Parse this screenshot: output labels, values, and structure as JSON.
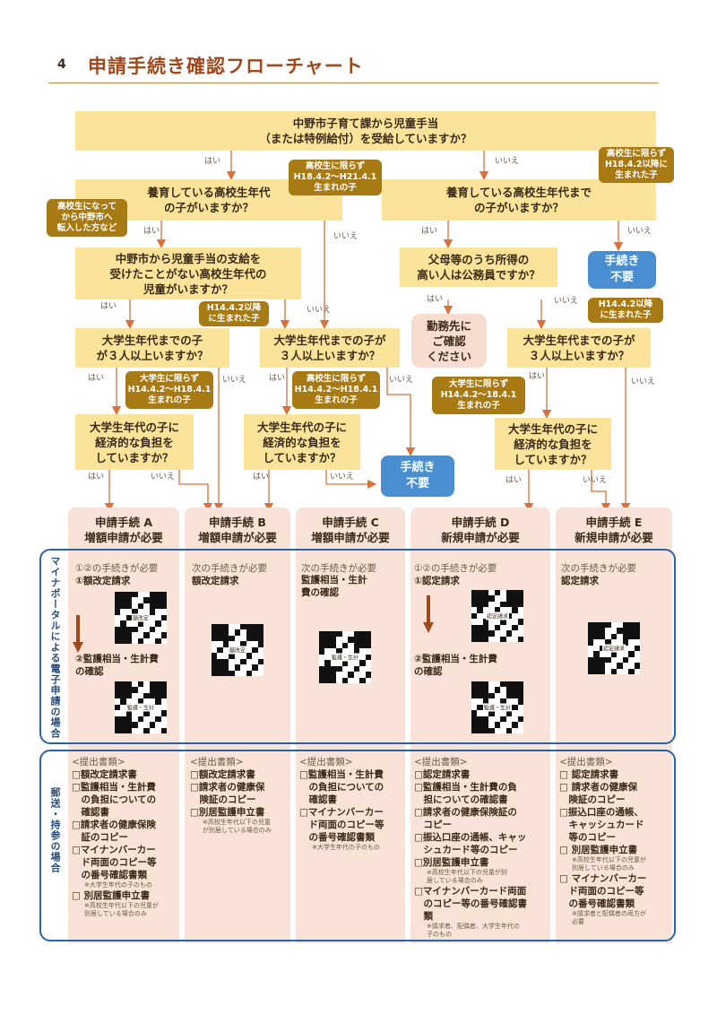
{
  "header": {
    "page_num": "4",
    "title": "申請手続き確認フローチャート"
  },
  "flow": {
    "q1": "中野市子育て課から児童手当\n（または特例給付）を受給していますか？",
    "q2_left": "養育している高校生年代\nの子がいますか？",
    "q2_right": "養育している高校生年代まで\nの子がいますか？",
    "q3_left": "中野市から児童手当の支給を\n受けたことがない高校生年代の\n児童がいますか？",
    "q3_right": "父母等のうち所得の\n高い人は公務員ですか？",
    "q4_a": "大学生年代までの子\nが３人以上いますか？",
    "q4_b": "大学生年代までの子が\n３人以上いますか？",
    "q4_c": "大学生年代までの子が\n３人以上いますか？",
    "q5_a": "大学生年代の子に\n経済的な負担を\nしていますか？",
    "q5_b": "大学生年代の子に\n経済的な負担を\nしていますか？",
    "q5_c": "大学生年代の子に\n経済的な負担を\nしていますか？",
    "confirm_office": "勤務先に\nご確認\nください",
    "no_proc_1": "手続き\n不要",
    "no_proc_2": "手続き\n不要",
    "notes": {
      "n1": "高校生に限らず\nH18.4.2〜H21.4.1\n生まれの子",
      "n2": "高校生に限らず\nH18.4.2以降に\n生まれた子",
      "n3": "高校生になって\nから中野市へ\n転入した方など",
      "n4": "H14.4.2以降\nに生まれた子",
      "n5": "H14.4.2以降\nに生まれた子",
      "n6": "大学生に限らず\nH14.4.2〜H18.4.1\n生まれの子",
      "n7": "高校生に限らず\nH14.4.2〜H18.4.1\n生まれの子",
      "n8": "大学生に限らず\nH14.4.2〜18.4.1\n生まれの子"
    },
    "yes": "はい",
    "no": "いいえ"
  },
  "columns": [
    {
      "head": "申請手続 A\n増額申請が必要"
    },
    {
      "head": "申請手続 B\n増額申請が必要"
    },
    {
      "head": "申請手続 C\n増額申請が必要"
    },
    {
      "head": "申請手続 D\n新規申請が必要"
    },
    {
      "head": "申請手続 E\n新規申請が必要"
    }
  ],
  "online": {
    "side_label": "マイナポータルによる電子申請の場合",
    "a_intro": "①②の手続きが必要",
    "a_step1": "①額改定請求",
    "a_step2": "②監護相当・生計費\nの確認",
    "b_intro": "次の手続きが必要",
    "b_item": "額改定請求",
    "c_intro": "次の手続きが必要",
    "c_item": "監護相当・生計\n費の確認",
    "d_intro": "①②の手続きが必要",
    "d_step1": "①認定請求",
    "d_step2": "②監護相当・生計費\nの確認",
    "e_intro": "次の手続きが必要",
    "e_item": "認定請求",
    "qr_tags": {
      "q1": "額改定",
      "q2": "監護・生計",
      "q3": "額改定",
      "q4": "監護・生計",
      "q5": "認定請求",
      "q6": "監護・生計",
      "q7": "認定請求"
    }
  },
  "mail": {
    "side_label": "郵送・持参の場合",
    "heading": "<提出書類>",
    "a": [
      {
        "t": "□額改定請求書"
      },
      {
        "t": "□監護相当・生計費\n　の負担についての\n　確認書"
      },
      {
        "t": "□請求者の健康保険\n　証のコピー"
      },
      {
        "t": "□マイナンバーカー\n　ド両面のコピー等\n　の番号確認書類",
        "s": "※大学生年代の子のもの"
      },
      {
        "t": "□ 別居監護申立書",
        "s": "※高校生年代以下の児童が\n別居している場合のみ"
      }
    ],
    "b": [
      {
        "t": "□額改定請求書"
      },
      {
        "t": "□請求者の健康保\n　険証のコピー"
      },
      {
        "t": "□別居監護申立書",
        "s": "※高校生年代以下の児童\nが別居している場合のみ"
      }
    ],
    "c": [
      {
        "t": "□監護相当・生計費\n　の負担についての\n　確認書"
      },
      {
        "t": "□マイナンバーカー\n　ド両面のコピー等\n　の番号確認書類",
        "s": "※大学生年代の子のもの"
      }
    ],
    "d": [
      {
        "t": "□認定請求書"
      },
      {
        "t": "□監護相当・生計費の負\n　担についての確認書"
      },
      {
        "t": "□請求者の健康保険証の\n　コピー"
      },
      {
        "t": "□振込口座の通帳、キャッ\n　シュカード等のコピー"
      },
      {
        "t": "□別居監護申立書",
        "s": "※高校生年代以下の児童が別\n居している場合のみ"
      },
      {
        "t": "□マイナンバーカード両面\n　のコピー等の番号確認書\n　類",
        "s": "※請求者、配偶者、大学生年代の\n子のもの"
      }
    ],
    "e": [
      {
        "t": "□ 認定請求書"
      },
      {
        "t": "□ 請求者の健康保\n　険証のコピー"
      },
      {
        "t": "□振込口座の通帳、\n　キャッシュカード\n　等のコピー"
      },
      {
        "t": "□ 別居監護申立書",
        "s": "※高校生年代以下の児童が\n別居している場合のみ"
      },
      {
        "t": "□ マイナンバーカー\n　ド両面のコピー等\n　の番号確認書類",
        "s": "※請求者と配偶者の両方が\n必要"
      }
    ]
  },
  "colors": {
    "accent": "#a0481a",
    "question_bg": "#fbe49a",
    "note_bg": "#a87a14",
    "blue": "#4a8ed2",
    "frame": "#2a64a2",
    "column_bg": "#f9e3d8"
  }
}
